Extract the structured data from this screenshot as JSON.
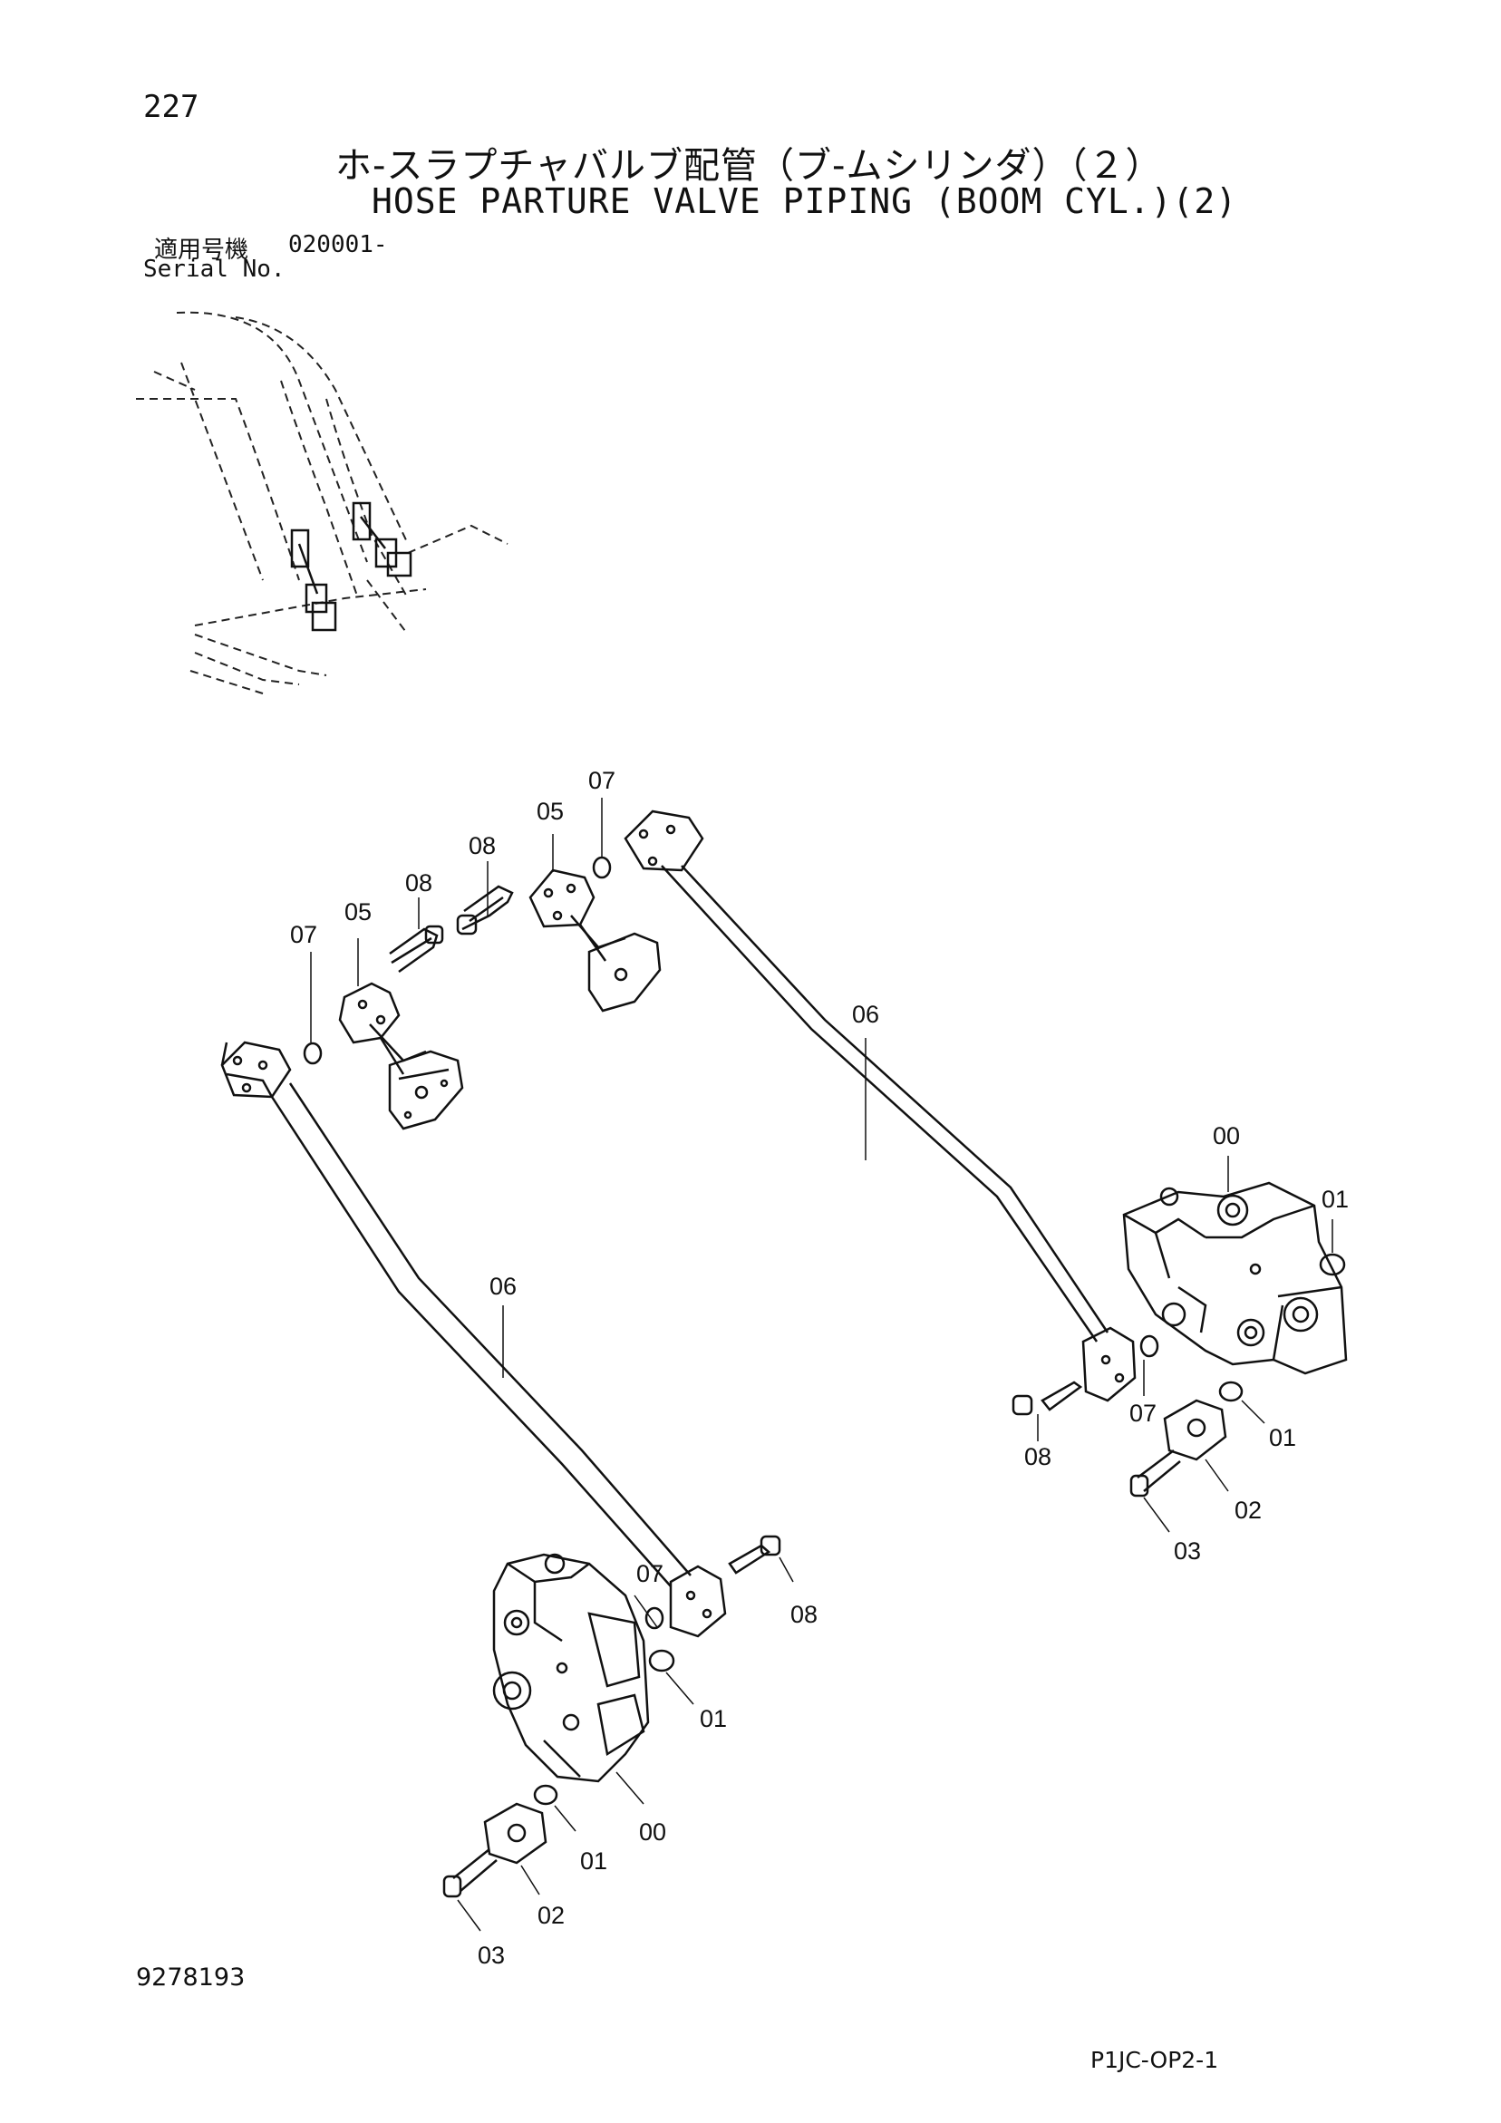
{
  "header": {
    "page_number": "227",
    "title_jp": "ホ-スラプチャバルブ配管（ブ-ムシリンダ）（２）",
    "title_en": "HOSE PARTURE VALVE PIPING (BOOM CYL.)(2)",
    "serial_label_jp": "適用号機",
    "serial_label_en": "Serial No.",
    "serial_value": "020001-"
  },
  "callouts": {
    "c07_top": "07",
    "c05_top": "05",
    "c08_top": "08",
    "c08_left": "08",
    "c05_left": "05",
    "c07_left": "07",
    "c06_right": "06",
    "c06_left": "06",
    "c00_right": "00",
    "c01_right_top": "01",
    "c07_right": "07",
    "c08_right": "08",
    "c01_right_mid": "01",
    "c02_right": "02",
    "c03_right": "03",
    "c07_bottom": "07",
    "c08_bottom": "08",
    "c01_bottom_a": "01",
    "c00_bottom": "00",
    "c01_bottom_b": "01",
    "c02_bottom": "02",
    "c03_bottom": "03"
  },
  "footer": {
    "document_number": "9278193",
    "page_code": "P1JC-OP2-1"
  }
}
